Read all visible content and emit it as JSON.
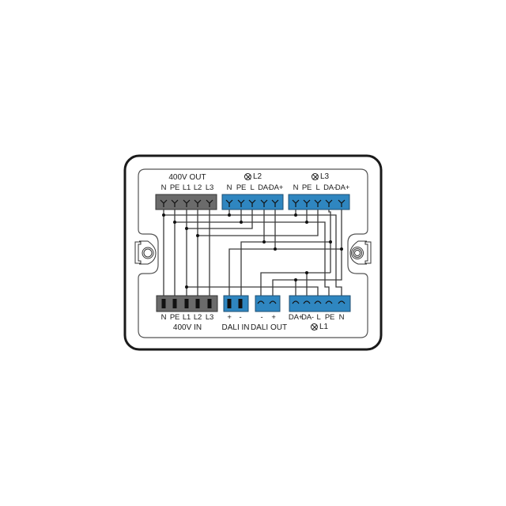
{
  "diagram": {
    "colors": {
      "frame": "#1a1a1a",
      "wire": "#333333",
      "gray_block": "#6b6b6b",
      "blue_block": "#2f86c0",
      "terminal": "#111111"
    },
    "top": {
      "out_400v": {
        "title": "400V OUT",
        "pins": [
          "N",
          "PE",
          "L1",
          "L2",
          "L3"
        ]
      },
      "l2": {
        "title": "L2",
        "icon": "lamp-icon",
        "pins": [
          "N",
          "PE",
          "L",
          "DA-",
          "DA+"
        ]
      },
      "l3": {
        "title": "L3",
        "icon": "lamp-icon",
        "pins": [
          "N",
          "PE",
          "L",
          "DA-",
          "DA+"
        ]
      }
    },
    "bottom": {
      "in_400v": {
        "title": "400V IN",
        "pins": [
          "N",
          "PE",
          "L1",
          "L2",
          "L3"
        ]
      },
      "dali_in": {
        "title": "DALI IN",
        "pins": [
          "+",
          "-"
        ]
      },
      "dali_out": {
        "title": "DALI OUT",
        "pins": [
          "-",
          "+"
        ]
      },
      "l1": {
        "title": "L1",
        "icon": "lamp-icon",
        "pins": [
          "DA+",
          "DA-",
          "L",
          "PE",
          "N"
        ]
      }
    },
    "mounting": {
      "left": "mounting-lug-left",
      "right": "mounting-lug-right"
    }
  }
}
